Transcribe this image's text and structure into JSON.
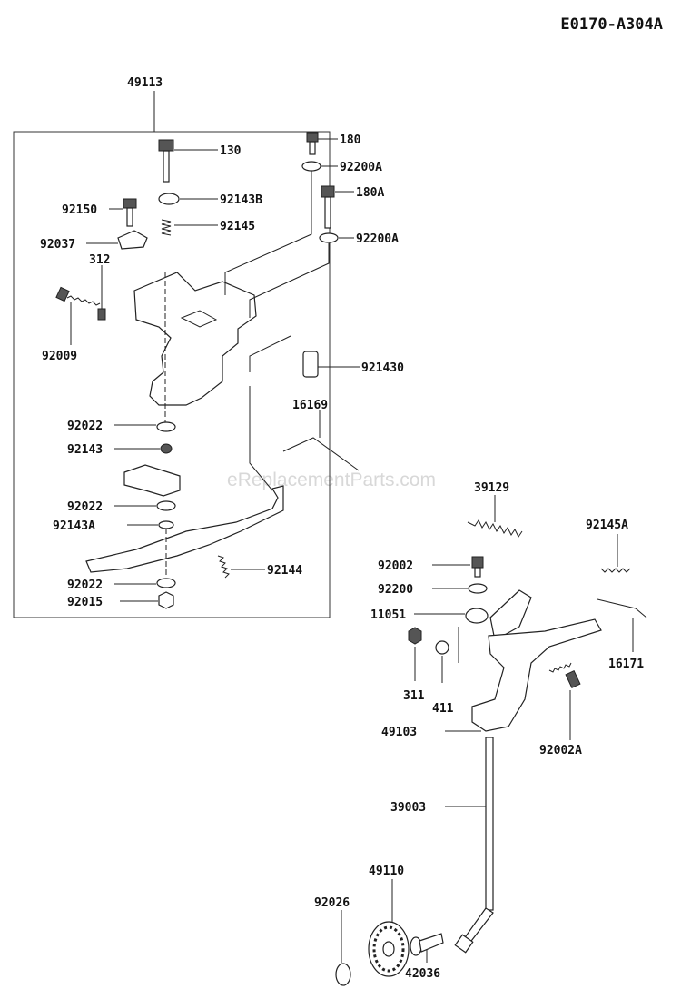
{
  "diagram_code": "E0170-A304A",
  "watermark": "eReplacementParts.com",
  "labels": {
    "p49113": "49113",
    "p130": "130",
    "p180": "180",
    "p92200A_1": "92200A",
    "p180A": "180A",
    "p92200A_2": "92200A",
    "p92150": "92150",
    "p92143B": "92143B",
    "p92145": "92145",
    "p92037": "92037",
    "p312": "312",
    "p92009": "92009",
    "p921430": "921430",
    "p92022_1": "92022",
    "p92143": "92143",
    "p16169": "16169",
    "p92022_2": "92022",
    "p92143A": "92143A",
    "p92144": "92144",
    "p92022_3": "92022",
    "p92015": "92015",
    "p39129": "39129",
    "p92145A": "92145A",
    "p92002": "92002",
    "p92200": "92200",
    "p11051": "11051",
    "p311": "311",
    "p411": "411",
    "p16171": "16171",
    "p49103": "49103",
    "p92002A": "92002A",
    "p39003": "39003",
    "p49110": "49110",
    "p92026": "92026",
    "p42036": "42036"
  }
}
